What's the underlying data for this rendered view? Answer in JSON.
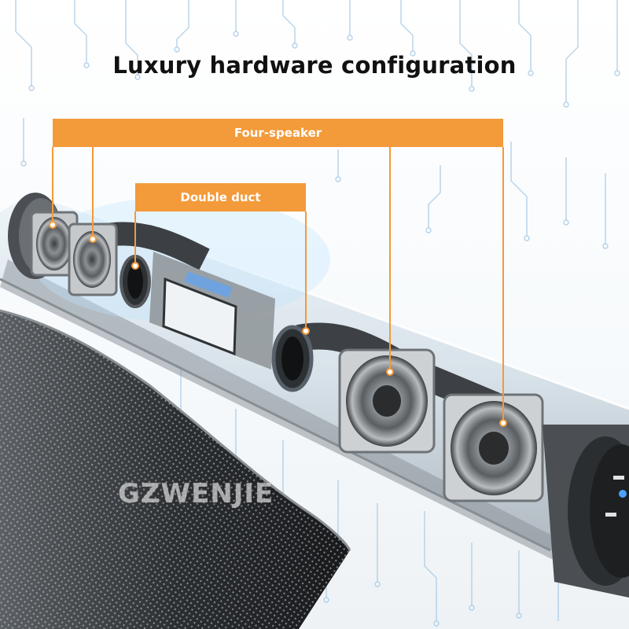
{
  "title": "Luxury hardware configuration",
  "callouts": {
    "four_speaker": "Four-speaker",
    "double_duct": "Double duct"
  },
  "watermark": "GZWENJIE",
  "colors": {
    "callout": "#f39a3a",
    "circuit_lines": "#a9cbe6",
    "housing": "#6f7478",
    "grille": "#2a2d30"
  }
}
